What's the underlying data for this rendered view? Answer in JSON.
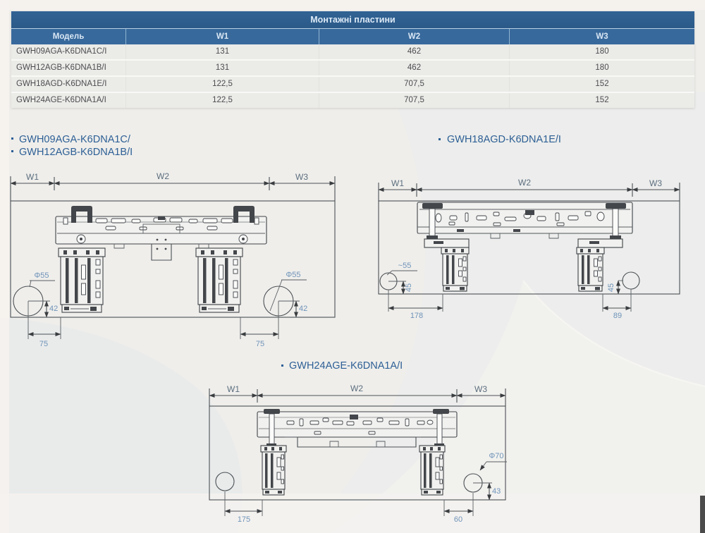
{
  "table": {
    "title": "Монтажні пластини",
    "columns": [
      "Модель",
      "W1",
      "W2",
      "W3"
    ],
    "rows": [
      [
        "GWH09AGA-K6DNA1C/I",
        "131",
        "462",
        "180"
      ],
      [
        "GWH12AGB-K6DNA1B/I",
        "131",
        "462",
        "180"
      ],
      [
        "GWH18AGD-K6DNA1E/I",
        "122,5",
        "707,5",
        "152"
      ],
      [
        "GWH24AGE-K6DNA1A/I",
        "122,5",
        "707,5",
        "152"
      ]
    ],
    "colors": {
      "title_bg": "#2e5f90",
      "header_bg": "#38699c",
      "header_text": "#d9e7f4",
      "row_bg": "#ebebe8",
      "row_text": "#4b4d4f"
    }
  },
  "diagrams": [
    {
      "models": [
        "GWH09AGA-K6DNA1C/",
        "GWH12AGB-K6DNA1B/I"
      ],
      "bullet": "•",
      "w_labels": [
        "W1",
        "W2",
        "W3"
      ],
      "annotations": {
        "hole_left": "Φ55",
        "hole_right": "Φ55",
        "v_left": "42",
        "v_right": "42",
        "h_left": "75",
        "h_right": "75"
      }
    },
    {
      "models": [
        "GWH18AGD-K6DNA1E/I"
      ],
      "bullet": "•",
      "w_labels": [
        "W1",
        "W2",
        "W3"
      ],
      "annotations": {
        "hole_left": "~55",
        "v_left": "45",
        "v_right": "45",
        "h_left": "178",
        "h_right": "89"
      }
    },
    {
      "models": [
        "GWH24AGE-K6DNA1A/I"
      ],
      "bullet": "•",
      "w_labels": [
        "W1",
        "W2",
        "W3"
      ],
      "annotations": {
        "hole_right": "Φ70",
        "v_right": "43",
        "h_left": "175",
        "h_right": "60"
      }
    }
  ],
  "line_color": "#4b5054",
  "dim_text_color": "#6f93b9",
  "model_text_color": "#2d5f95"
}
